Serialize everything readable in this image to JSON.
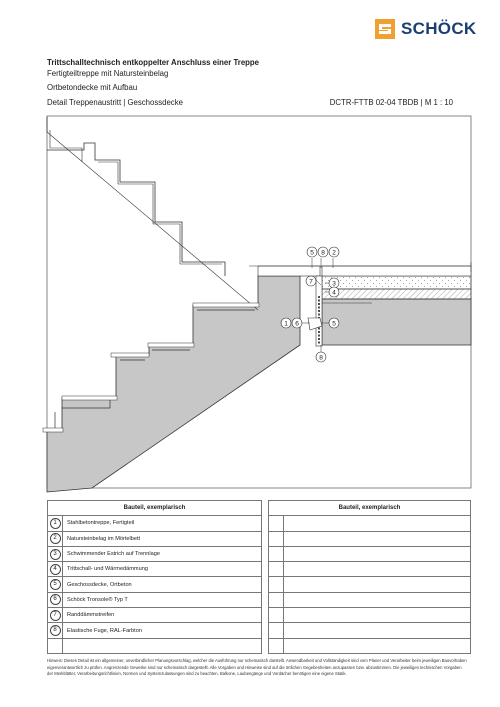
{
  "brand": {
    "logo_text": "SCHÖCK",
    "logo_color": "#1c3f72",
    "mark_color": "#f0a030"
  },
  "header": {
    "title": "Trittschalltechnisch entkoppelter Anschluss einer Treppe",
    "line1": "Fertigteiltreppe mit Natursteinbelag",
    "line2": "Ortbetondecke mit Aufbau",
    "line3": "Detail Treppenaustritt | Geschossdecke",
    "code": "DCTR-FTTB 02-04 TBDB   |   M 1 : 10"
  },
  "callouts": {
    "c1": "1",
    "c2": "2",
    "c3": "3",
    "c4": "4",
    "c5": "5",
    "c6": "6",
    "c7": "7",
    "c8": "8"
  },
  "table": {
    "left_header": "Bauteil, exemplarisch",
    "right_header": "Bauteil, exemplarisch",
    "items": [
      {
        "num": "1",
        "label": "Stahlbetontreppe, Fertigteil"
      },
      {
        "num": "2",
        "label": "Natursteinbelag im Mörtelbett"
      },
      {
        "num": "3",
        "label": "Schwimmender Estrich auf Trennlage"
      },
      {
        "num": "4",
        "label": "Trittschall- und Wärmedämmung"
      },
      {
        "num": "5",
        "label": "Geschossdecke, Ortbeton"
      },
      {
        "num": "6",
        "label": "Schöck Tronsole® Typ T"
      },
      {
        "num": "7",
        "label": "Randdämmstreifen"
      },
      {
        "num": "8",
        "label": "Elastische Fuge, RAL-Farbton"
      }
    ]
  },
  "footnote": "Hinweis: Dieses Detail ist ein allgemeiner, unverbindlicher Planungsvorschlag, welcher die Ausführung nur schematisch darstellt. Anwendbarkeit und Vollständigkeit sind vom Planer und Verarbeiter beim jeweiligen Bauvorhaben eigenverantwortlich zu prüfen. Angrenzende Gewerke sind nur schematisch dargestellt. Alle Vorgaben und Hinweise sind auf die örtlichen Gegebenheiten anzupassen bzw. abzustimmen. Die jeweiligen technischen Vorgaben der Merkblätter, Verarbeitungsrichtlinien, Normen und Systemzulassungen sind zu beachten. Balkone, Laubengänge und Vordächer benötigen eine eigene Statik."
}
